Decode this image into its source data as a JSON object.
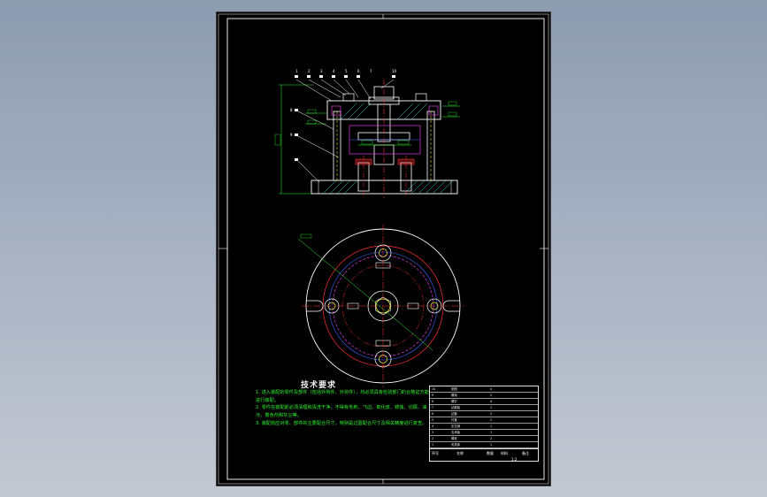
{
  "drawing": {
    "tech_title": "技术要求",
    "notes": [
      "1. 进入装配的零件及部件（包括外购件、外协件），均必须具有检验部门的合格证方能进行装配。",
      "2. 零件在装配前必须清理和清洗干净，不得有毛刺、飞边、氧化皮、锈蚀、切屑、油污、着色剂和灰尘等。",
      "3. 装配前应对零、部件的主要配合尺寸，特别是过盈配合尺寸及相关精度进行复查。"
    ],
    "bom_rows": [
      {
        "no": "10",
        "name": "垫圈",
        "qty": "4"
      },
      {
        "no": "9",
        "name": "螺母",
        "qty": "2"
      },
      {
        "no": "8",
        "name": "螺钉",
        "qty": "4"
      },
      {
        "no": "7",
        "name": "钻模板",
        "qty": "1"
      },
      {
        "no": "6",
        "name": "钻套",
        "qty": "2"
      },
      {
        "no": "5",
        "name": "衬套",
        "qty": "2"
      },
      {
        "no": "4",
        "name": "定位销",
        "qty": "1"
      },
      {
        "no": "3",
        "name": "支承板",
        "qty": "1"
      },
      {
        "no": "2",
        "name": "螺栓",
        "qty": "2"
      },
      {
        "no": "1",
        "name": "夹具体",
        "qty": "1"
      }
    ],
    "bom_header": {
      "col_no": "序号",
      "col_name": "名称",
      "col_qty": "数量",
      "col_material": "材料",
      "col_remark": "备注",
      "scale": "1:2"
    },
    "callouts": [
      "1",
      "2",
      "3",
      "4",
      "5",
      "6",
      "7",
      "8",
      "9",
      "10"
    ],
    "colors": {
      "background": "#000000",
      "frame": "#ffffff",
      "outline": "#ffffff",
      "dimension": "#2ff52f",
      "center_line": "#ff3030",
      "hidden": "#ff40ff",
      "hatch": "#2ec9c9",
      "yellow": "#ffff40",
      "blue": "#4060ff",
      "notes_text": "#2ff52f"
    }
  }
}
